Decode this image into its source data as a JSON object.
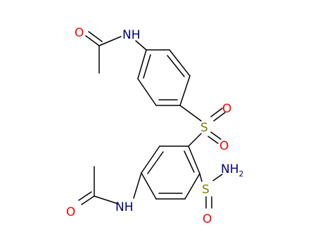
{
  "colors": {
    "bond": "#000000",
    "oxygen": "#ff0000",
    "nitrogen": "#000080",
    "sulfur": "#808000"
  },
  "atoms": {
    "o_top": "O",
    "nh_top": "NH",
    "s_mid": "S",
    "o_mid_right": "O",
    "o_mid_bottom": "O",
    "nh2_n": "NH",
    "nh2_sub": "2",
    "s_low": "S",
    "o_low": "O",
    "nh_low": "NH",
    "o_low_left": "O"
  }
}
